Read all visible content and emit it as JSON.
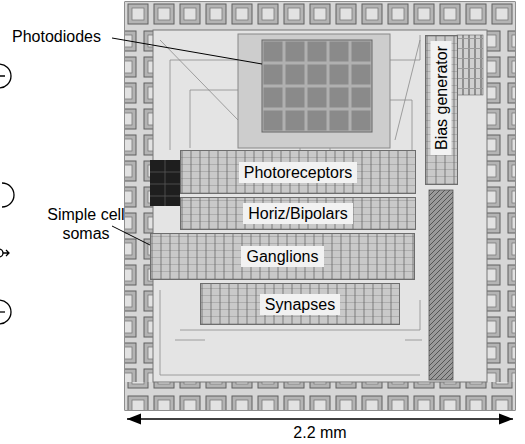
{
  "diagram": {
    "nodes": [
      {
        "text": [
          "Photoreceptors"
        ]
      },
      {
        "text": [
          "Horiz/Bipolars"
        ]
      },
      {
        "text": [
          "Ganglions"
        ]
      },
      {
        "text": [
          "Synapses"
        ]
      },
      {
        "text": [
          "Bias generator"
        ]
      }
    ],
    "labels": [
      "Photodiodes",
      "Simple cell somas",
      "2.2 mm"
    ]
  }
}
